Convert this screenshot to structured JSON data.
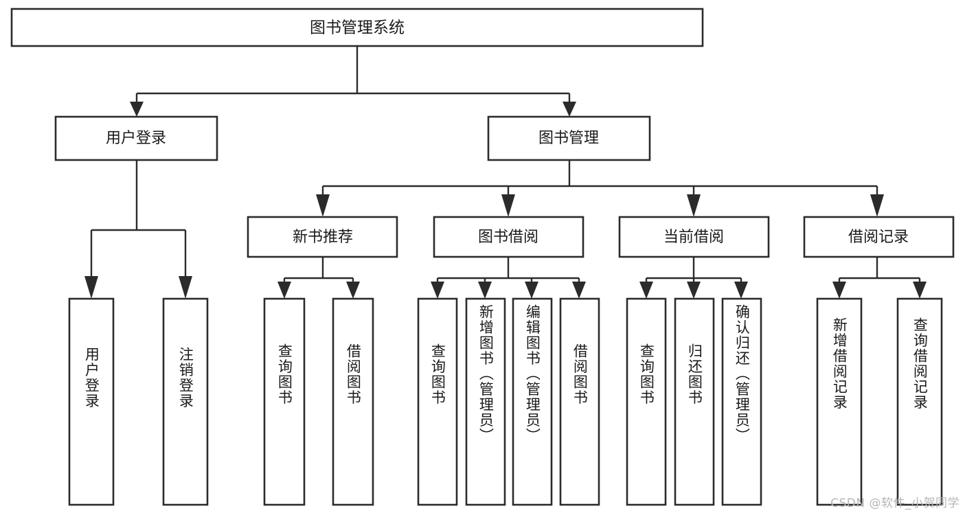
{
  "diagram": {
    "title": "图书管理系统",
    "type": "tree-hierarchy-chart",
    "root": {
      "label": "图书管理系统"
    },
    "level2": [
      {
        "id": "user-login",
        "label": "用户登录"
      },
      {
        "id": "book-manage",
        "label": "图书管理"
      }
    ],
    "level3": [
      {
        "id": "new-book-rec",
        "label": "新书推荐",
        "parent": "book-manage"
      },
      {
        "id": "book-borrow",
        "label": "图书借阅",
        "parent": "book-manage"
      },
      {
        "id": "current-borrow",
        "label": "当前借阅",
        "parent": "book-manage"
      },
      {
        "id": "borrow-record",
        "label": "借阅记录",
        "parent": "book-manage"
      }
    ],
    "leaves": [
      {
        "id": "leaf-user-login",
        "label": "用户登录",
        "parent": "user-login"
      },
      {
        "id": "leaf-logout",
        "label": "注销登录",
        "parent": "user-login"
      },
      {
        "id": "leaf-query-book-1",
        "label": "查询图书",
        "parent": "new-book-rec"
      },
      {
        "id": "leaf-borrow-book-1",
        "label": "借阅图书",
        "parent": "new-book-rec"
      },
      {
        "id": "leaf-query-book-2",
        "label": "查询图书",
        "parent": "book-borrow"
      },
      {
        "id": "leaf-add-book",
        "label": "新增图书（管理员）",
        "parent": "book-borrow"
      },
      {
        "id": "leaf-edit-book",
        "label": "编辑图书（管理员）",
        "parent": "book-borrow"
      },
      {
        "id": "leaf-borrow-book-2",
        "label": "借阅图书",
        "parent": "book-borrow"
      },
      {
        "id": "leaf-query-book-3",
        "label": "查询图书",
        "parent": "current-borrow"
      },
      {
        "id": "leaf-return-book",
        "label": "归还图书",
        "parent": "current-borrow"
      },
      {
        "id": "leaf-confirm-return",
        "label": "确认归还（管理员）",
        "parent": "current-borrow"
      },
      {
        "id": "leaf-add-record",
        "label": "新增借阅记录",
        "parent": "borrow-record"
      },
      {
        "id": "leaf-query-record",
        "label": "查询借阅记录",
        "parent": "borrow-record"
      }
    ],
    "colors": {
      "background": "#ffffff",
      "node_fill": "#ffffff",
      "node_stroke": "#2b2b2b",
      "text": "#1a1a1a",
      "watermark": "#b6b6b6"
    }
  },
  "watermark": {
    "text": "CSDN @软件_小贺同学"
  }
}
